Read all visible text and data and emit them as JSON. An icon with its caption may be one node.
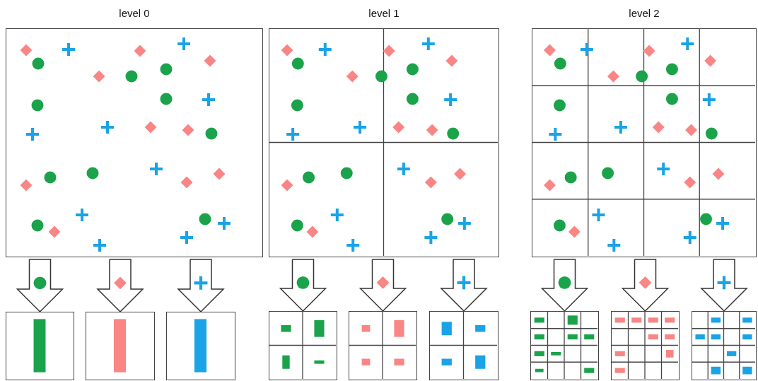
{
  "diagram": {
    "nodes": [
      {
        "text": [
          "level 0"
        ]
      },
      {
        "text": [
          "level 1"
        ]
      },
      {
        "text": [
          "level 2"
        ]
      },
      {
        "text": [],
        "shape": "box"
      },
      {
        "text": [],
        "shape": "box"
      },
      {
        "text": [],
        "shape": "box"
      },
      {
        "text": [],
        "shape": "box"
      },
      {
        "text": [],
        "shape": "box"
      },
      {
        "text": [],
        "shape": "box"
      },
      {
        "text": [],
        "shape": "box"
      },
      {
        "text": [],
        "shape": "box"
      },
      {
        "text": [],
        "shape": "box"
      }
    ],
    "edges": [
      {
        "from": 0,
        "to": 3,
        "arrow": "to"
      },
      {
        "from": 0,
        "to": 4,
        "arrow": "to"
      },
      {
        "from": 0,
        "to": 5,
        "arrow": "to"
      },
      {
        "from": 1,
        "to": 6,
        "arrow": "to"
      },
      {
        "from": 1,
        "to": 7,
        "arrow": "to"
      },
      {
        "from": 1,
        "to": 8,
        "arrow": "to"
      },
      {
        "from": 2,
        "to": 9,
        "arrow": "to"
      },
      {
        "from": 2,
        "to": 10,
        "arrow": "to"
      },
      {
        "from": 2,
        "to": 11,
        "arrow": "to"
      }
    ]
  }
}
